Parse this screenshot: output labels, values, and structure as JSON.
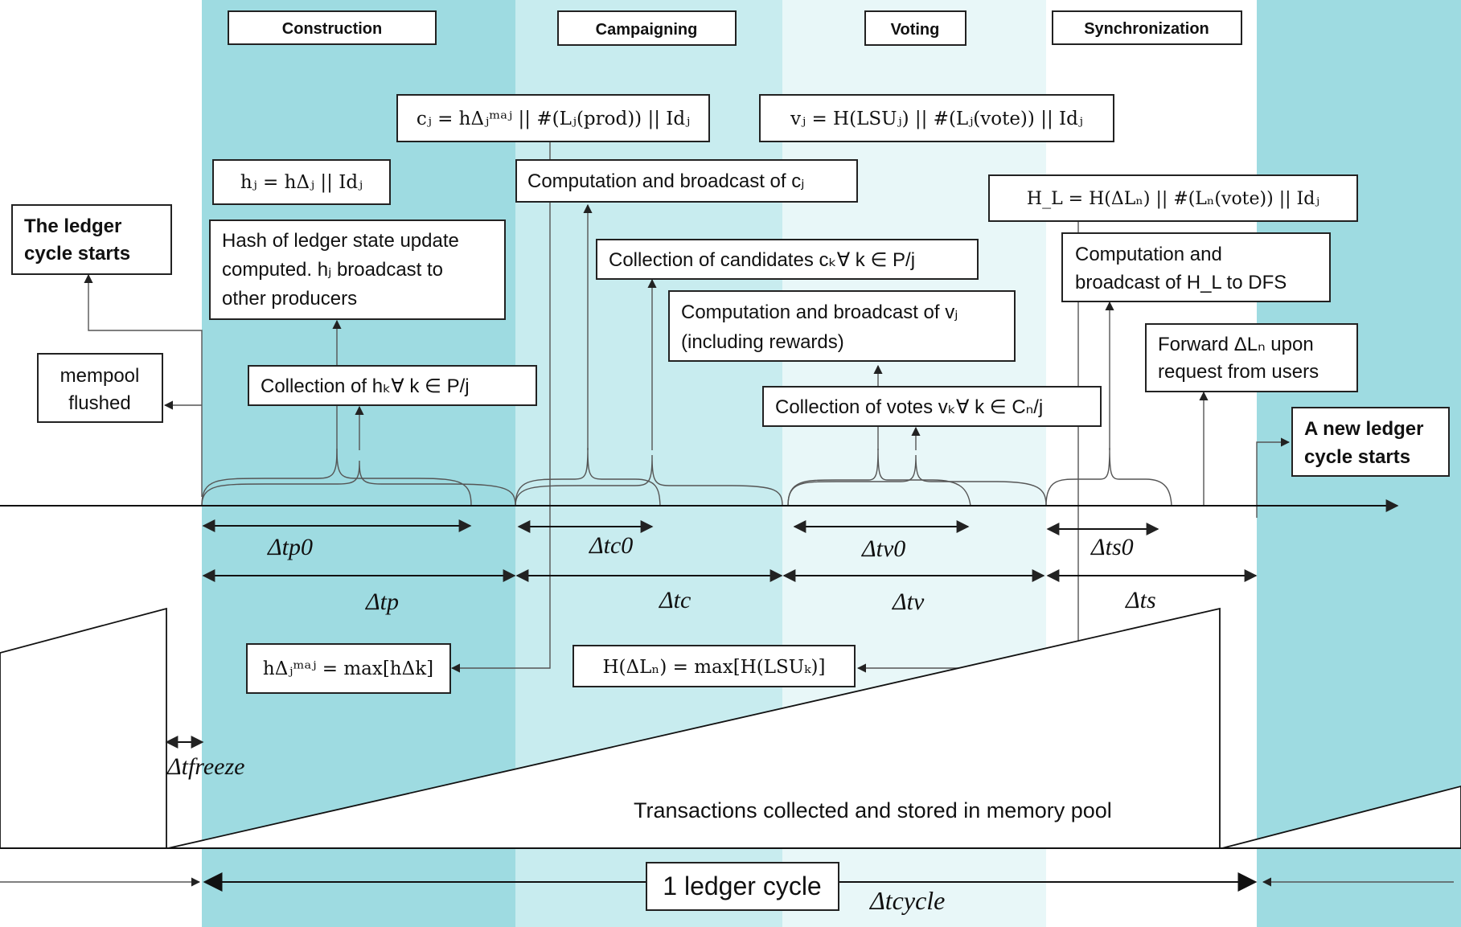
{
  "colors": {
    "construction": "#9edbe1",
    "campaigning": "#c8ecef",
    "voting": "#e8f7f8",
    "synchronization": "#ffffff",
    "next_cycle": "#9edbe1"
  },
  "phases": {
    "construction": "Construction",
    "campaigning": "Campaigning",
    "voting": "Voting",
    "synchronization": "Synchronization"
  },
  "formulas": {
    "c_j": "cⱼ = hΔⱼᵐᵃʲ || #(Lⱼ(prod)) || Idⱼ",
    "v_j": "vⱼ = H(LSUⱼ) || #(Lⱼ(vote)) || Idⱼ",
    "h_j": "hⱼ = hΔⱼ || Idⱼ",
    "H_L": "H_L = H(ΔLₙ) || #(Lₙ(vote)) || Idⱼ",
    "h_maj": "hΔⱼᵐᵃʲ = max[hΔk]",
    "H_dLn": "H(ΔLₙ) = max[H(LSUₖ)]"
  },
  "boxes": {
    "ledger_start_l1": "The ledger",
    "ledger_start_l2": "cycle starts",
    "mempool_l1": "mempool",
    "mempool_l2": "flushed",
    "hash_l1": "Hash of ledger state update",
    "hash_l2": "computed. hⱼ broadcast to",
    "hash_l3": "other producers",
    "collect_h": "Collection of hₖ∀ k ∈ P/j",
    "compute_c": "Computation and broadcast of cⱼ",
    "collect_c": "Collection of candidates cₖ∀ k ∈ P/j",
    "compute_v_l1": "Computation and broadcast of  vⱼ",
    "compute_v_l2": "(including rewards)",
    "collect_v": "Collection of votes vₖ∀ k ∈ Cₙ/j",
    "compute_H_l1": "Computation and",
    "compute_H_l2": "broadcast of H_L to DFS",
    "forward_l1": "Forward ΔLₙ upon",
    "forward_l2": "request from users",
    "new_cycle_l1": "A new ledger",
    "new_cycle_l2": "cycle starts"
  },
  "durations": {
    "tp0": "Δtp0",
    "tc0": "Δtc0",
    "tv0": "Δtv0",
    "ts0": "Δts0",
    "tp": "Δtp",
    "tc": "Δtc",
    "tv": "Δtv",
    "ts": "Δts",
    "freeze": "Δtfreeze",
    "cycle": "Δtcycle"
  },
  "mempool_caption": "Transactions collected and stored in memory pool",
  "cycle_label": "1 ledger cycle"
}
